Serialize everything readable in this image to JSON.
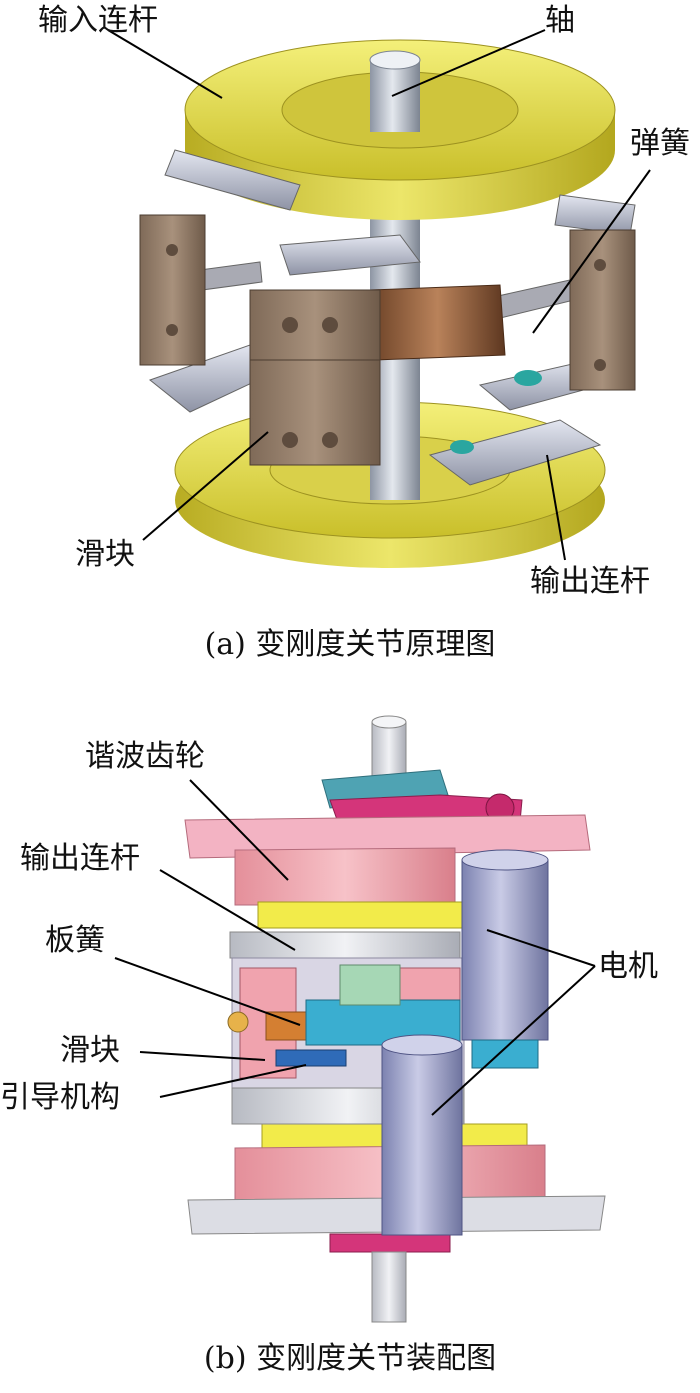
{
  "figure_a": {
    "caption": "(a) 变刚度关节原理图",
    "labels": {
      "input_link": "输入连杆",
      "shaft": "轴",
      "spring": "弹簧",
      "slider": "滑块",
      "output_link": "输出连杆"
    }
  },
  "figure_b": {
    "caption": "(b) 变刚度关节装配图",
    "labels": {
      "harmonic_gear": "谐波齿轮",
      "output_link": "输出连杆",
      "leaf_spring": "板簧",
      "slider": "滑块",
      "guide_mechanism": "引导机构",
      "motor": "电机"
    }
  }
}
